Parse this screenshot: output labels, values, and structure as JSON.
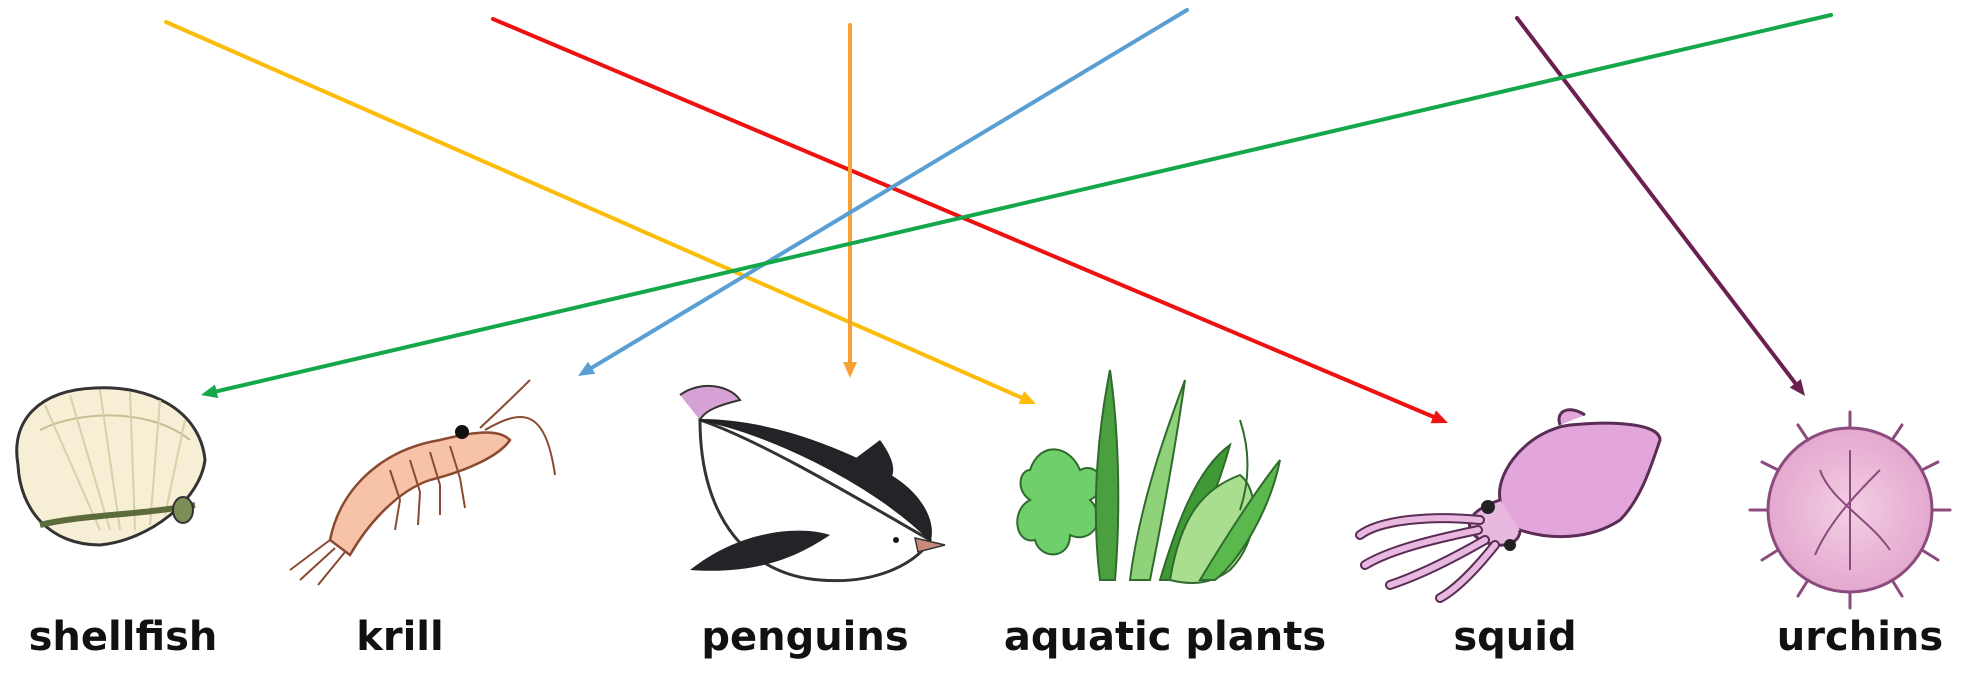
{
  "organisms": [
    {
      "id": "shellfish",
      "label": "shellfish"
    },
    {
      "id": "krill",
      "label": "krill"
    },
    {
      "id": "penguins",
      "label": "penguins"
    },
    {
      "id": "aquatic-plants",
      "label": "aquatic plants"
    },
    {
      "id": "squid",
      "label": "squid"
    },
    {
      "id": "urchins",
      "label": "urchins"
    }
  ],
  "arrow_colors": {
    "yellow": "#fbbd08",
    "red": "#ee1111",
    "orange": "#f7a035",
    "blue": "#5a9fd4",
    "purple": "#6a2150",
    "green": "#14a84a"
  },
  "arrows": [
    {
      "color": "yellow",
      "to": "aquatic-plants"
    },
    {
      "color": "red",
      "to": "squid"
    },
    {
      "color": "orange",
      "to": "penguins"
    },
    {
      "color": "blue",
      "to": "krill"
    },
    {
      "color": "purple",
      "to": "urchins"
    },
    {
      "color": "green",
      "to": "shellfish"
    }
  ]
}
